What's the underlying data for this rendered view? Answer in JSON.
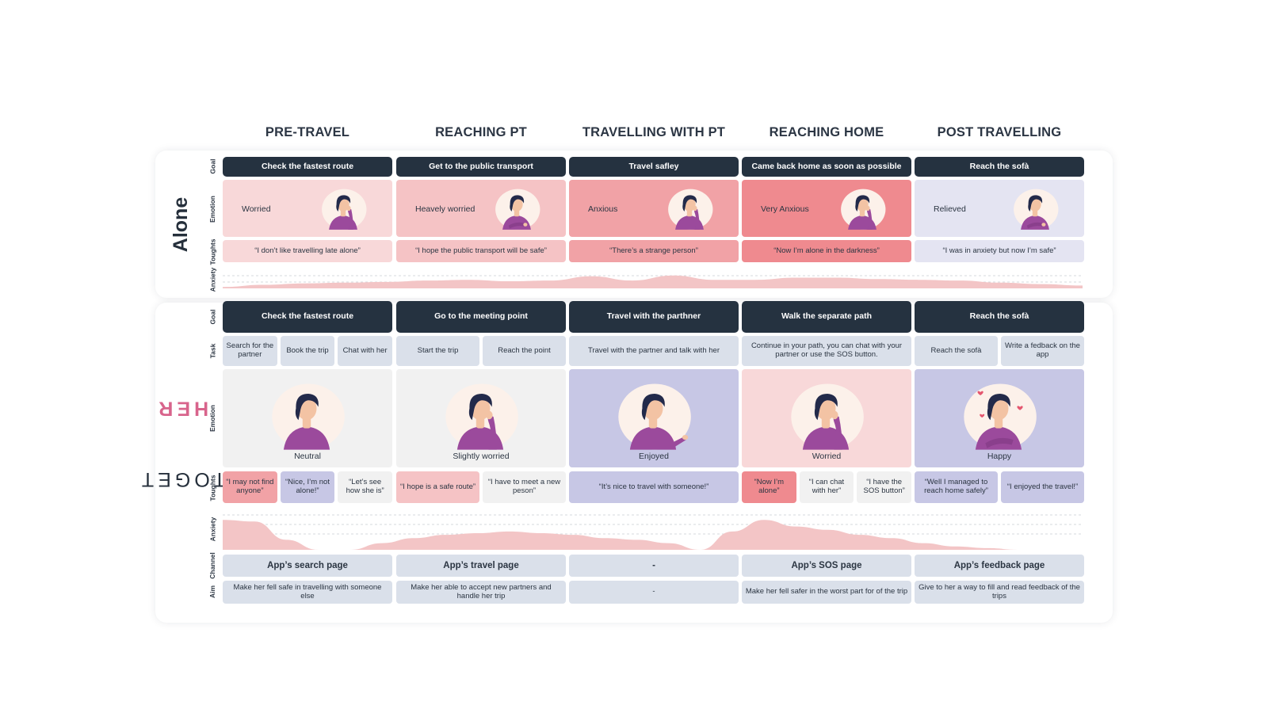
{
  "stages": [
    "PRE-TRAVEL",
    "REACHING PT",
    "TRAVELLING WITH PT",
    "REACHING HOME",
    "POST TRAVELLING"
  ],
  "row_labels": {
    "goal": "Goal",
    "emotion": "Emotion",
    "thoughts": "Toughts",
    "anxiety": "Anxiety",
    "task": "Task",
    "channel": "Channel",
    "aim": "Aim"
  },
  "alone": {
    "title": "Alone",
    "goals": [
      "Check the fastest route",
      "Get to the public transport",
      "Travel safley",
      "Came back home as soon as possible",
      "Reach the sofà"
    ],
    "emotions": [
      "Worried",
      "Heavely worried",
      "Anxious",
      "Very Anxious",
      "Relieved"
    ],
    "thoughts": [
      "“I don’t like travelling late alone”",
      "“I hope the public transport will be safe”",
      "“There’s a strange person”",
      "“Now I’m alone in the darkness”",
      "“I was in anxiety but now I’m safe”"
    ],
    "anxiety_curve": [
      0.1,
      0.25,
      0.35,
      0.4,
      0.45,
      0.55,
      0.6,
      0.5,
      0.55,
      0.85,
      0.55,
      0.9,
      0.6,
      0.6,
      0.75,
      0.75,
      0.65,
      0.6,
      0.55,
      0.4,
      0.3,
      0.2
    ]
  },
  "together": {
    "title_prefix": "TOGET",
    "title_suffix": "HER",
    "goals": [
      "Check the fastest route",
      "Go to the meeting point",
      "Travel with the parthner",
      "Walk the separate path",
      "Reach the sofà"
    ],
    "tasks": [
      [
        "Search for the partner",
        "Book the trip",
        "Chat with her"
      ],
      [
        "Start the trip",
        "Reach the point"
      ],
      [
        "Travel with the partner and talk with her"
      ],
      [
        "Continue in your path, you can chat with your partner or use the SOS button."
      ],
      [
        "Reach the sofà",
        "Write a fedback on the app"
      ]
    ],
    "emotions": [
      "Neutral",
      "Slightly worried",
      "Enjoyed",
      "Worried",
      "Happy"
    ],
    "thoughts": [
      [
        "“I may not find anyone”",
        "“Nice, I’m not alone!”",
        "“Let’s see how she is”"
      ],
      [
        "“I hope is a safe route”",
        "“I have to meet a new peson”"
      ],
      [
        "“It’s nice to travel with someone!”"
      ],
      [
        "“Now I’m alone”",
        "“I can chat with her”",
        "“I have the SOS button”"
      ],
      [
        "“Well I managed to reach home safely”",
        "“I enjoyed the travel!”"
      ]
    ],
    "channels": [
      "App’s search page",
      "App’s travel page",
      "-",
      "App’s SOS page",
      "App’s feedback page"
    ],
    "aims": [
      "Make her fell safe in travelling with someone else",
      "Make her able to accept new partners and handle her trip",
      "-",
      "Make her fell safer in the worst part for of the trip",
      "Give to her a way to fill and read feedback of the trips"
    ],
    "anxiety_curve": [
      0.9,
      0.85,
      0.3,
      0.0,
      0.0,
      0.2,
      0.35,
      0.45,
      0.5,
      0.55,
      0.5,
      0.45,
      0.35,
      0.3,
      0.2,
      0.0,
      0.55,
      0.9,
      0.7,
      0.6,
      0.45,
      0.35,
      0.2,
      0.1,
      0.05,
      0.0,
      0.0,
      0.0
    ]
  },
  "colors": {
    "dark": "#253240",
    "neutral": "#f1f1f1",
    "blue_gray": "#dae0ea",
    "lavender": "#c7c7e5",
    "pink_light": "#f8d8d9",
    "pink": "#f5c3c5",
    "pink_mid": "#f1a2a6",
    "pink_strong": "#ef8a8f",
    "relief": "#e4e4f2",
    "purple": "#9b4a9c",
    "hair": "#232a4a",
    "skin": "#f3c3a4",
    "her": "#d8648c"
  }
}
